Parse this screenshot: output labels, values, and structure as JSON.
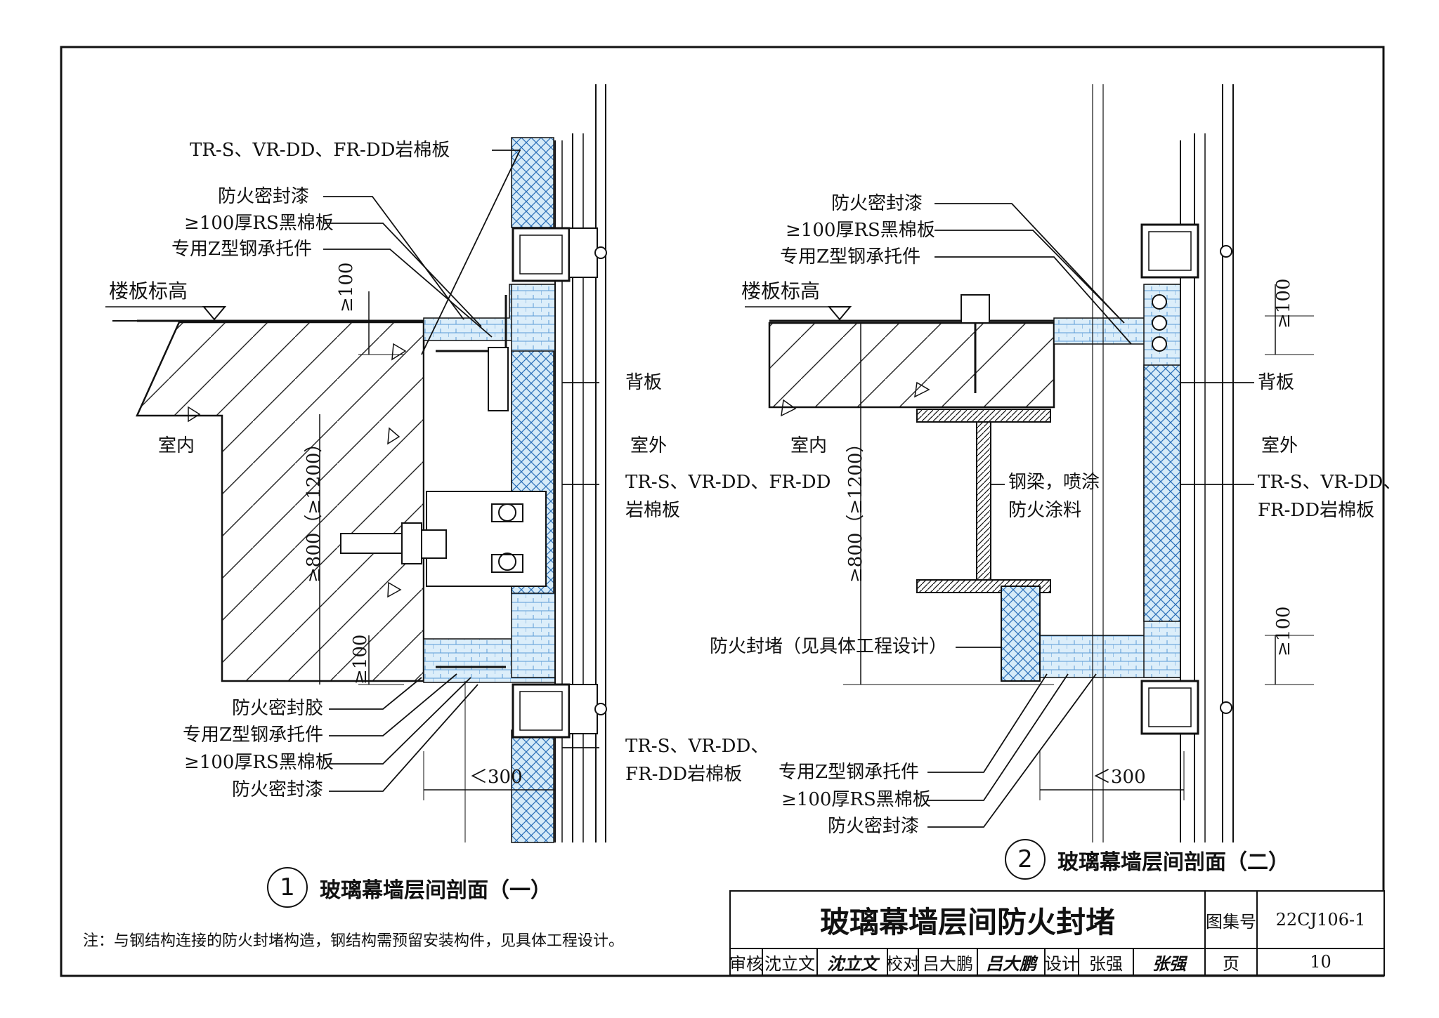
{
  "detail1": {
    "number": "1",
    "caption": "玻璃幕墙层间剖面（一）",
    "labels": {
      "top_board": "TR-S、VR-DD、FR-DD岩棉板",
      "fire_paint_top": "防火密封漆",
      "rs_board_top": "≥100厚RS黑棉板",
      "z_bracket_top": "专用Z型钢承托件",
      "floor_level": "楼板标高",
      "dim_100_top": "≥100",
      "back_panel": "背板",
      "indoor": "室内",
      "outdoor": "室外",
      "mid_board_1": "TR-S、VR-DD、FR-DD",
      "mid_board_2": "岩棉板",
      "dim_height": "≥800（≥1200）",
      "dim_100_bottom": "≥100",
      "fire_sealant": "防火密封胶",
      "z_bracket_bottom": "专用Z型钢承托件",
      "rs_board_bottom": "≥100厚RS黑棉板",
      "fire_paint_bottom": "防火密封漆",
      "bottom_board_1": "TR-S、VR-DD、",
      "bottom_board_2": "FR-DD岩棉板",
      "dim_300": "＜300"
    }
  },
  "detail2": {
    "number": "2",
    "caption": "玻璃幕墙层间剖面（二）",
    "labels": {
      "fire_paint_top": "防火密封漆",
      "rs_board_top": "≥100厚RS黑棉板",
      "z_bracket_top": "专用Z型钢承托件",
      "floor_level": "楼板标高",
      "dim_100_top": "≥100",
      "back_panel": "背板",
      "indoor": "室内",
      "outdoor": "室外",
      "steel_beam_1": "钢梁，喷涂",
      "steel_beam_2": "防火涂料",
      "side_board_1": "TR-S、VR-DD、",
      "side_board_2": "FR-DD岩棉板",
      "dim_height": "≥800（≥1200）",
      "fire_stop": "防火封堵（见具体工程设计）",
      "dim_100_bottom": "≥100",
      "z_bracket_bottom": "专用Z型钢承托件",
      "rs_board_bottom": "≥100厚RS黑棉板",
      "fire_paint_bottom": "防火密封漆",
      "dim_300": "＜300"
    }
  },
  "note": "注：与钢结构连接的防火封堵构造，钢结构需预留安装构件，见具体工程设计。",
  "title_block": {
    "title": "玻璃幕墙层间防火封堵",
    "atlas_label": "图集号",
    "atlas_no": "22CJ106-1",
    "review_label": "审核",
    "reviewer": "沈立文",
    "reviewer_sign": "沈立文",
    "check_label": "校对",
    "checker": "吕大鹏",
    "checker_sign": "吕大鹏",
    "design_label": "设计",
    "designer": "张强",
    "designer_sign": "张强",
    "page_label": "页",
    "page_no": "10"
  }
}
